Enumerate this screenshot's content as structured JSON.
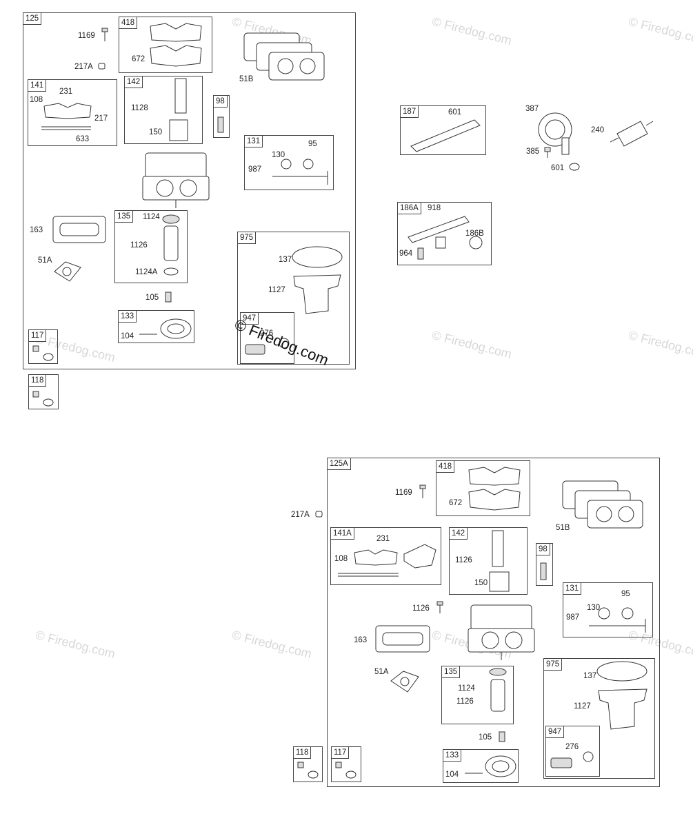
{
  "watermark": {
    "text": "© Firedog.com",
    "main_text": "© Firedog.com"
  },
  "assembly_top": {
    "label": "125",
    "parts": {
      "p1169": "1169",
      "p217A": "217A",
      "p51B": "51B",
      "p163": "163",
      "p51A": "51A",
      "p105": "105"
    },
    "box418": {
      "label": "418",
      "p672": "672"
    },
    "box141": {
      "label": "141",
      "p231": "231",
      "p108": "108",
      "p217": "217",
      "p633": "633"
    },
    "box142": {
      "label": "142",
      "p1128": "1128",
      "p150": "150"
    },
    "box98": {
      "label": "98"
    },
    "box131": {
      "label": "131",
      "p130": "130",
      "p95": "95",
      "p987": "987"
    },
    "box135": {
      "label": "135",
      "p1124": "1124",
      "p1126": "1126",
      "p1124A": "1124A"
    },
    "box975": {
      "label": "975",
      "p137": "137",
      "p1127": "1127"
    },
    "box947": {
      "label": "947",
      "p276": "276"
    },
    "box133": {
      "label": "133",
      "p104": "104"
    },
    "box117": {
      "label": "117"
    }
  },
  "box118_top": {
    "label": "118"
  },
  "box187": {
    "label": "187",
    "p601": "601"
  },
  "pump": {
    "p387": "387",
    "p385": "385",
    "p601": "601",
    "p240": "240"
  },
  "box186A": {
    "label": "186A",
    "p918": "918",
    "p186B": "186B",
    "p964": "964"
  },
  "assembly_bottom": {
    "label": "125A",
    "parts": {
      "p1169": "1169",
      "p217A": "217A",
      "p51B": "51B",
      "p1126": "1126",
      "p163": "163",
      "p51A": "51A",
      "p105": "105"
    },
    "box418": {
      "label": "418",
      "p672": "672"
    },
    "box141A": {
      "label": "141A",
      "p231": "231",
      "p108": "108"
    },
    "box142": {
      "label": "142",
      "p1126": "1126",
      "p150": "150"
    },
    "box98": {
      "label": "98"
    },
    "box131": {
      "label": "131",
      "p95": "95",
      "p130": "130",
      "p987": "987"
    },
    "box135": {
      "label": "135",
      "p1124": "1124",
      "p1126": "1126"
    },
    "box975": {
      "label": "975",
      "p137": "137",
      "p1127": "1127"
    },
    "box947": {
      "label": "947",
      "p276": "276"
    },
    "box133": {
      "label": "133",
      "p104": "104"
    },
    "box118": {
      "label": "118"
    },
    "box117": {
      "label": "117"
    }
  }
}
